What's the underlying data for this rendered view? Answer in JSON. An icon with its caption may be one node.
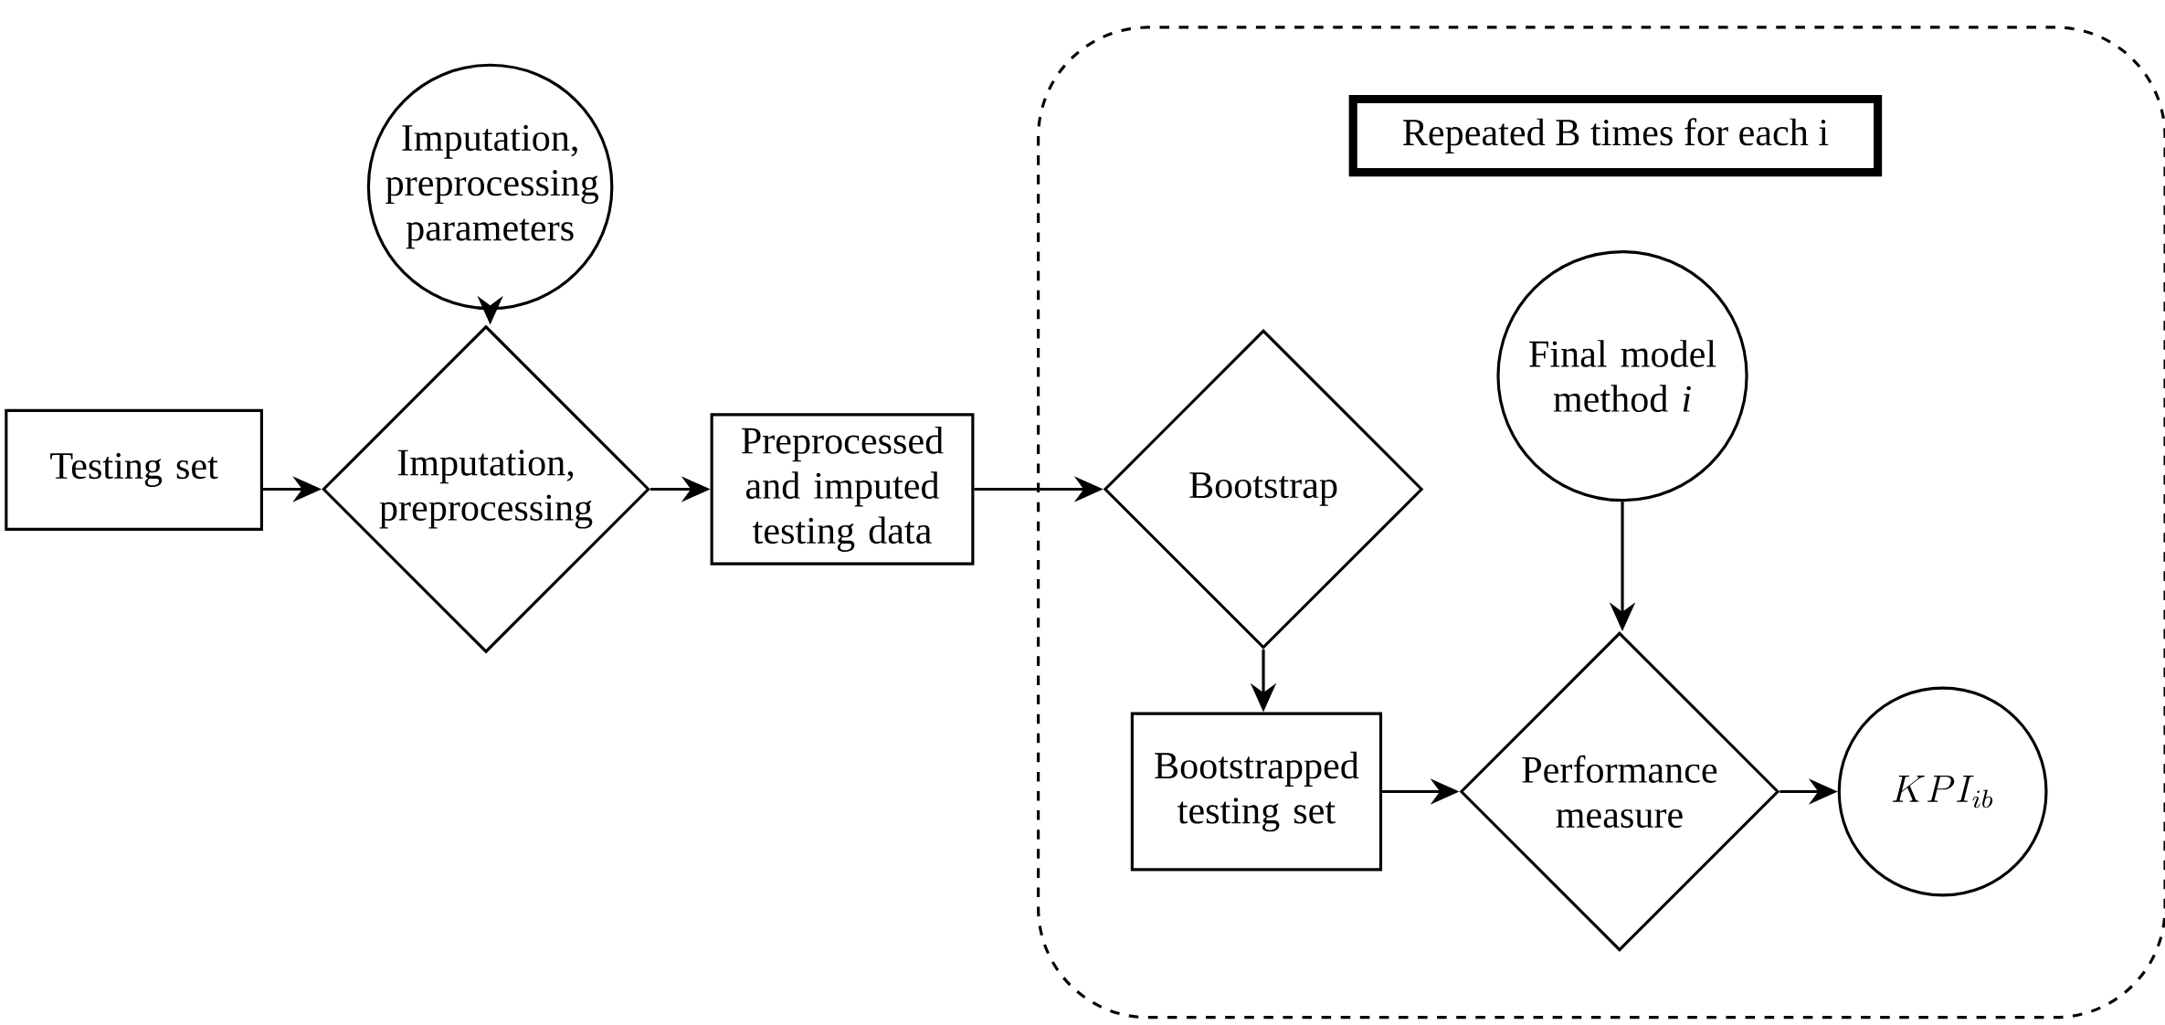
{
  "diagram": {
    "nodes": [
      {
        "text": [
          "Imputation, preprocessing parameters"
        ]
      },
      {
        "text": [
          "Testing set"
        ]
      },
      {
        "text": [
          "Imputation, preprocessing"
        ]
      },
      {
        "text": [
          "Preprocessed and imputed testing data"
        ]
      },
      {
        "text": [],
        "shape": "box"
      },
      {
        "text": [
          "Repeated B times for each i"
        ],
        "in": 4
      },
      {
        "text": [
          "Bootstrap"
        ],
        "in": 4
      },
      {
        "text": [
          "Final model method *i*"
        ],
        "in": 4
      },
      {
        "text": [
          "Bootstrapped testing set"
        ],
        "in": 4
      },
      {
        "text": [
          "Performance measure"
        ],
        "in": 4
      },
      {
        "text": [
          "KPI_{ib}"
        ],
        "in": 4
      }
    ],
    "edges": [
      {
        "from": 1,
        "to": 2,
        "arrow": "to"
      },
      {
        "from": 0,
        "to": 2,
        "arrow": "to"
      },
      {
        "from": 2,
        "to": 3,
        "arrow": "to"
      },
      {
        "from": 3,
        "to": 6,
        "arrow": "to"
      },
      {
        "from": 6,
        "to": 8,
        "arrow": "to"
      },
      {
        "from": 8,
        "to": 9,
        "arrow": "to"
      },
      {
        "from": 7,
        "to": 9,
        "arrow": "to"
      },
      {
        "from": 9,
        "to": 10,
        "arrow": "to"
      }
    ]
  }
}
